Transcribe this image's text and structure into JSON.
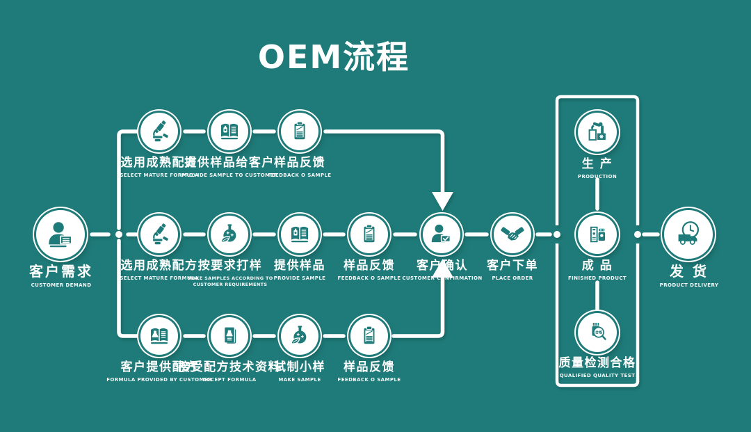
{
  "title": "OEM流程",
  "colors": {
    "background": "#1F7B79",
    "line": "#FFFFFF",
    "icon": "#1F7B79",
    "text": "#FFFFFF"
  },
  "nodes": {
    "customer": {
      "zh": "客户需求",
      "en": "CUSTOMER DEMAND",
      "icon": "customer-icon"
    },
    "top": [
      {
        "zh": "选用成熟配方",
        "en": "SELECT MATURE FORMULA",
        "icon": "microscope-icon"
      },
      {
        "zh": "提供样品给客户",
        "en": "PROVIDE SAMPLE TO CUSTOMER",
        "icon": "sample-book-icon"
      },
      {
        "zh": "样品反馈",
        "en": "FEEDBACK O SAMPLE",
        "icon": "clipboard-icon"
      }
    ],
    "middle": [
      {
        "zh": "选用成熟配方",
        "en": "SELECT MATURE FORMULA",
        "icon": "microscope-icon"
      },
      {
        "zh": "按要求打样",
        "en_line1": "MAKE SAMPLES ACCORDING TO",
        "en_line2": "CUSTOMER REQUIREMENTS",
        "icon": "flask-leaf-icon"
      },
      {
        "zh": "提供样品",
        "en": "PROVIDE SAMPLE",
        "icon": "sample-book-icon"
      },
      {
        "zh": "样品反馈",
        "en": "FEEDBACK O SAMPLE",
        "icon": "clipboard-icon"
      },
      {
        "zh": "客户确认",
        "en": "CUSTOMER CONFIRMATION",
        "icon": "customer-confirm-icon"
      },
      {
        "zh": "客户下单",
        "en": "PLACE ORDER",
        "icon": "handshake-icon"
      }
    ],
    "bottom": [
      {
        "zh": "客户提供配方",
        "en": "FORMULA PROVIDED BY CUSTOMER",
        "icon": "formula-book-icon"
      },
      {
        "zh": "接受配方技术资料",
        "en": "ACCEPT FORMULA",
        "icon": "formula-doc-icon"
      },
      {
        "zh": "试制小样",
        "en": "MAKE SAMPLE",
        "icon": "flask-leaf-icon"
      },
      {
        "zh": "样品反馈",
        "en": "FEEDBACK O SAMPLE",
        "icon": "clipboard-icon"
      }
    ],
    "factory": [
      {
        "zh": "生 产",
        "en": "PRODUCTION",
        "icon": "robot-arm-icon"
      },
      {
        "zh": "成 品",
        "en": "FINISHED PRODUCT",
        "icon": "finished-product-icon"
      },
      {
        "zh": "质量检测合格",
        "en": "QUALIFIED QUALITY TEST",
        "icon": "quality-test-icon",
        "badge": "合格"
      }
    ],
    "delivery": {
      "zh": "发 货",
      "en": "PRODUCT DELIVERY",
      "icon": "delivery-truck-icon"
    }
  }
}
